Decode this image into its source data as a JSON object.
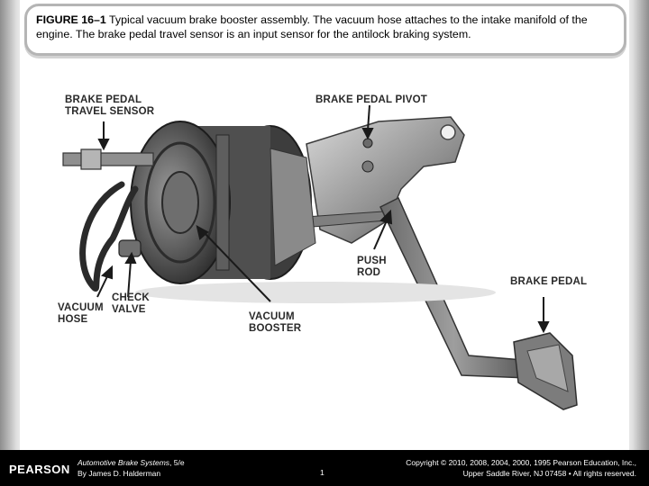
{
  "caption": {
    "figure_label": "FIGURE 16–1",
    "text": " Typical vacuum brake booster assembly. The vacuum hose attaches to the intake manifold of the engine. The brake pedal travel sensor is an input sensor for the antilock braking system."
  },
  "labels": {
    "brake_pedal_travel_sensor": "BRAKE PEDAL\nTRAVEL SENSOR",
    "brake_pedal_pivot": "BRAKE PEDAL PIVOT",
    "push_rod": "PUSH\nROD",
    "brake_pedal": "BRAKE PEDAL",
    "vacuum_hose": "VACUUM\nHOSE",
    "check_valve": "CHECK\nVALVE",
    "vacuum_booster": "VACUUM\nBOOSTER"
  },
  "footer": {
    "logo": "PEARSON",
    "book_title": "Automotive Brake Systems",
    "edition": ", 5/e",
    "author": "By James D. Halderman",
    "page_number": "1",
    "copyright_line1": "Copyright © 2010, 2008, 2004, 2000, 1995 Pearson Education, Inc.,",
    "copyright_line2": "Upper Saddle River, NJ 07458 • All rights reserved."
  }
}
